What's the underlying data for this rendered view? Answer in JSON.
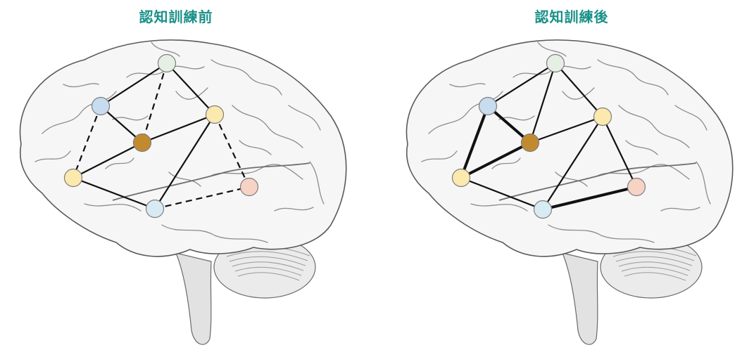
{
  "panels": [
    {
      "title": "認知訓練前",
      "nodes": [
        {
          "id": "top",
          "color": "#e5efe3"
        },
        {
          "id": "upper-left",
          "color": "#c7dcef"
        },
        {
          "id": "center-hub",
          "color": "#c28a2e"
        },
        {
          "id": "upper-right",
          "color": "#fbe9ad"
        },
        {
          "id": "left",
          "color": "#fbe9ad"
        },
        {
          "id": "bottom",
          "color": "#d8eaf3"
        },
        {
          "id": "right",
          "color": "#f7d3c6"
        }
      ],
      "edges": [
        {
          "from": "upper-left",
          "to": "top",
          "style": "solid",
          "weight": "normal"
        },
        {
          "from": "top",
          "to": "center-hub",
          "style": "dashed",
          "weight": "normal"
        },
        {
          "from": "top",
          "to": "upper-right",
          "style": "solid",
          "weight": "normal"
        },
        {
          "from": "upper-left",
          "to": "center-hub",
          "style": "solid",
          "weight": "normal"
        },
        {
          "from": "upper-left",
          "to": "left",
          "style": "dashed",
          "weight": "normal"
        },
        {
          "from": "center-hub",
          "to": "upper-right",
          "style": "solid",
          "weight": "normal"
        },
        {
          "from": "left",
          "to": "center-hub",
          "style": "solid",
          "weight": "normal"
        },
        {
          "from": "left",
          "to": "bottom",
          "style": "solid",
          "weight": "normal"
        },
        {
          "from": "upper-right",
          "to": "bottom",
          "style": "solid",
          "weight": "normal"
        },
        {
          "from": "upper-right",
          "to": "right",
          "style": "dashed",
          "weight": "normal"
        },
        {
          "from": "bottom",
          "to": "right",
          "style": "dashed",
          "weight": "normal"
        }
      ]
    },
    {
      "title": "認知訓練後",
      "nodes": [
        {
          "id": "top",
          "color": "#e5efe3"
        },
        {
          "id": "upper-left",
          "color": "#c7dcef"
        },
        {
          "id": "center-hub",
          "color": "#c28a2e"
        },
        {
          "id": "upper-right",
          "color": "#fbe9ad"
        },
        {
          "id": "left",
          "color": "#fbe9ad"
        },
        {
          "id": "bottom",
          "color": "#d8eaf3"
        },
        {
          "id": "right",
          "color": "#f7d3c6"
        }
      ],
      "edges": [
        {
          "from": "upper-left",
          "to": "top",
          "style": "solid",
          "weight": "normal"
        },
        {
          "from": "top",
          "to": "center-hub",
          "style": "solid",
          "weight": "normal"
        },
        {
          "from": "top",
          "to": "upper-right",
          "style": "solid",
          "weight": "normal"
        },
        {
          "from": "upper-left",
          "to": "center-hub",
          "style": "solid",
          "weight": "thick"
        },
        {
          "from": "upper-left",
          "to": "left",
          "style": "solid",
          "weight": "thick"
        },
        {
          "from": "center-hub",
          "to": "upper-right",
          "style": "solid",
          "weight": "normal"
        },
        {
          "from": "left",
          "to": "center-hub",
          "style": "solid",
          "weight": "thick"
        },
        {
          "from": "left",
          "to": "bottom",
          "style": "solid",
          "weight": "normal"
        },
        {
          "from": "upper-right",
          "to": "bottom",
          "style": "solid",
          "weight": "normal"
        },
        {
          "from": "upper-right",
          "to": "right",
          "style": "solid",
          "weight": "normal"
        },
        {
          "from": "bottom",
          "to": "right",
          "style": "solid",
          "weight": "thick"
        }
      ]
    }
  ]
}
